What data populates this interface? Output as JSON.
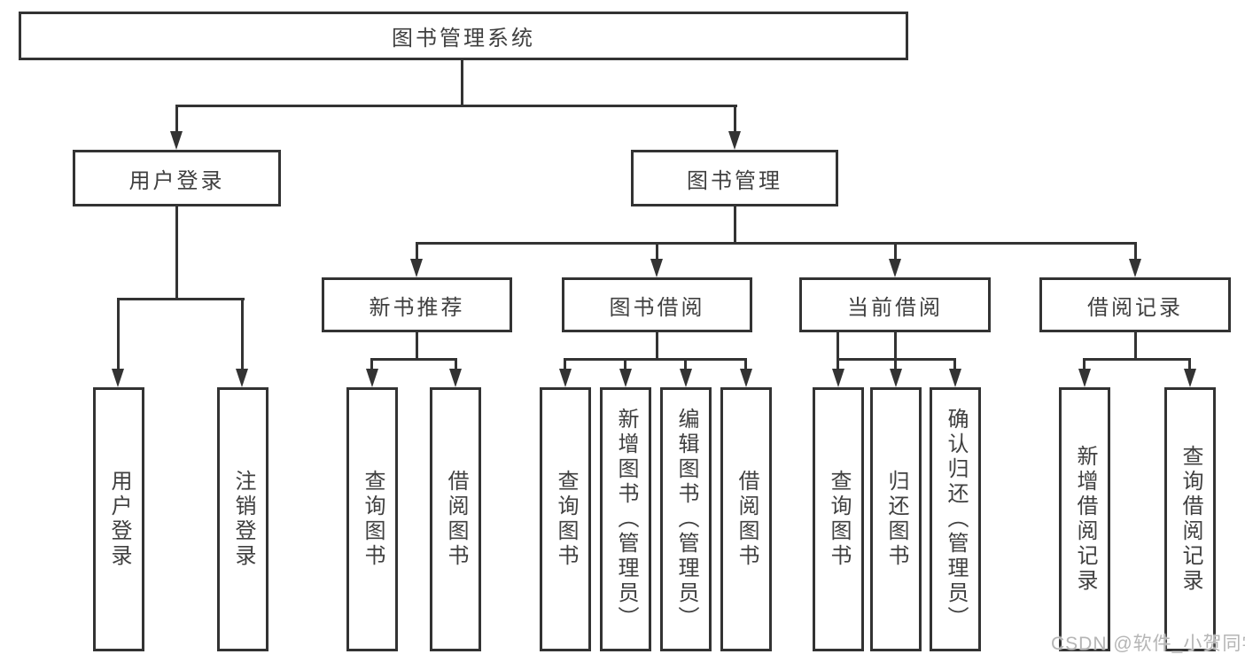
{
  "diagram": {
    "root": {
      "label": "图书管理系统"
    },
    "user_login": {
      "label": "用户登录",
      "children": [
        "用户登录",
        "注销登录"
      ]
    },
    "book_mgmt": {
      "label": "图书管理"
    },
    "new_books": {
      "label": "新书推荐",
      "children": [
        "查询图书",
        "借阅图书"
      ]
    },
    "book_borrow": {
      "label": "图书借阅",
      "children": [
        "查询图书",
        "新增图书（管理员）",
        "编辑图书（管理员）",
        "借阅图书"
      ]
    },
    "current_borrow": {
      "label": "当前借阅",
      "children": [
        "查询图书",
        "归还图书",
        "确认归还（管理员）"
      ]
    },
    "borrow_records": {
      "label": "借阅记录",
      "children": [
        "新增借阅记录",
        "查询借阅记录"
      ]
    }
  },
  "watermark": {
    "text": "CSDN @软件_小贺同学"
  },
  "colors": {
    "line": "#333333",
    "text": "#404040",
    "background": "#ffffff",
    "watermark": "#b5b5b5"
  }
}
